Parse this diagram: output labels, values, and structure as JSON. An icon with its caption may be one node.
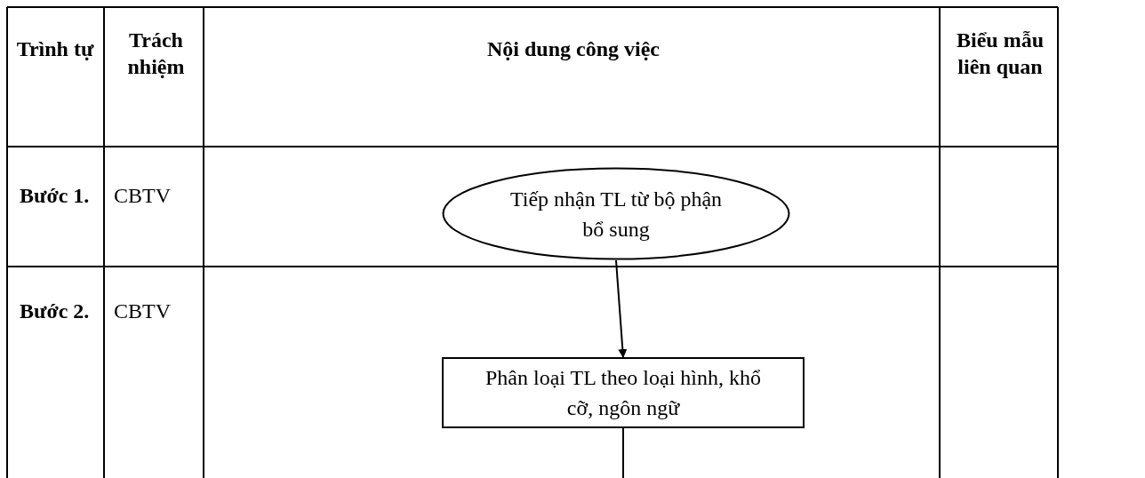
{
  "diagram": {
    "nodes": [
      {
        "text": [
          "Tiếp nhận TL từ bộ phận bổ sung"
        ]
      },
      {
        "text": [
          "Phân loại TL theo loại hình, khổ cỡ, ngôn ngữ"
        ]
      }
    ],
    "edges": [
      {
        "from": 0,
        "to": 1,
        "arrow": "to"
      },
      {
        "from": 1,
        "to": null,
        "arrow": "none"
      }
    ],
    "labels": [
      "Trình tự",
      "Trách nhiệm",
      "Nội dung công việc",
      "Biểu mẫu liên quan",
      "Bước 1.",
      "CBTV",
      "Bước 2.",
      "CBTV"
    ]
  }
}
